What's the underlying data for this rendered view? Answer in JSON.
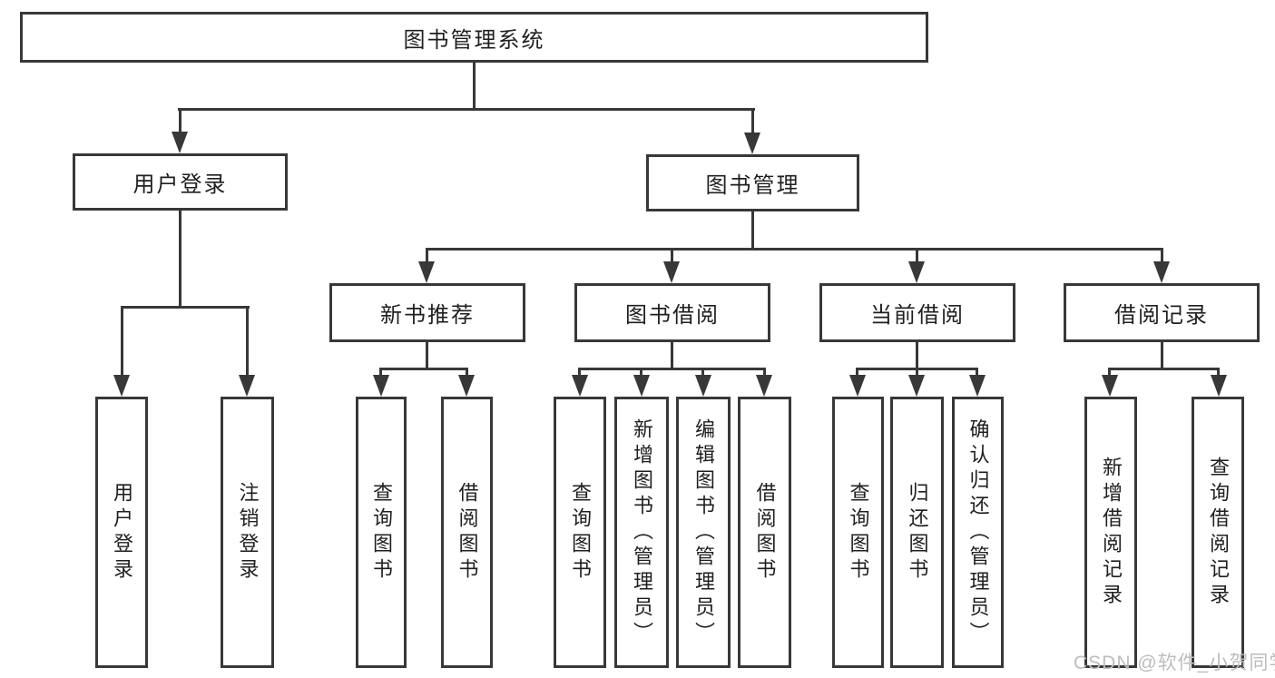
{
  "colors": {
    "line": "#383838",
    "text": "#1f1f1f",
    "watermark": "#bdbdbd",
    "background": "#ffffff"
  },
  "watermark": "CSDN @软件_小贺同学",
  "tree": {
    "label": "图书管理系统",
    "children": [
      {
        "label": "用户登录",
        "children": [
          {
            "label": "用户登录"
          },
          {
            "label": "注销登录"
          }
        ]
      },
      {
        "label": "图书管理",
        "children": [
          {
            "label": "新书推荐",
            "children": [
              {
                "label": "查询图书"
              },
              {
                "label": "借阅图书"
              }
            ]
          },
          {
            "label": "图书借阅",
            "children": [
              {
                "label": "查询图书"
              },
              {
                "label": "新增图书（管理员）"
              },
              {
                "label": "编辑图书（管理员）"
              },
              {
                "label": "借阅图书"
              }
            ]
          },
          {
            "label": "当前借阅",
            "children": [
              {
                "label": "查询图书"
              },
              {
                "label": "归还图书"
              },
              {
                "label": "确认归还（管理员）"
              }
            ]
          },
          {
            "label": "借阅记录",
            "children": [
              {
                "label": "新增借阅记录"
              },
              {
                "label": "查询借阅记录"
              }
            ]
          }
        ]
      }
    ]
  }
}
